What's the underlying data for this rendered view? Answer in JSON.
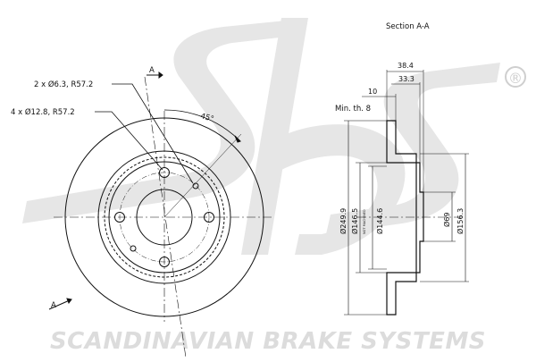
{
  "watermark": {
    "logo_text": "sbs",
    "registered_mark": "®",
    "company": "SCANDINAVIAN BRAKE SYSTEMS"
  },
  "front_view": {
    "small_holes_label": "2 x Ø6.3, R57.2",
    "large_holes_label": "4 x Ø12.8, R57.2",
    "angle_label": "45°",
    "section_marker_top": "A",
    "section_marker_bottom": "A"
  },
  "section_view": {
    "title": "Section A-A",
    "min_thickness_label": "Min. th. 8",
    "dims": {
      "total_height": "38.4",
      "hat_height": "33.3",
      "disc_thickness": "10",
      "outer_diameter": "Ø249.9",
      "hat_diameter": "Ø146.5",
      "pilot_diameter": "Ø144.6",
      "center_bore": "Ø69",
      "inner_diameter": "Ø156.3"
    },
    "small_print": "NOT MACHINED"
  },
  "colors": {
    "line": "#111111",
    "watermark": "#dcdcdc"
  }
}
